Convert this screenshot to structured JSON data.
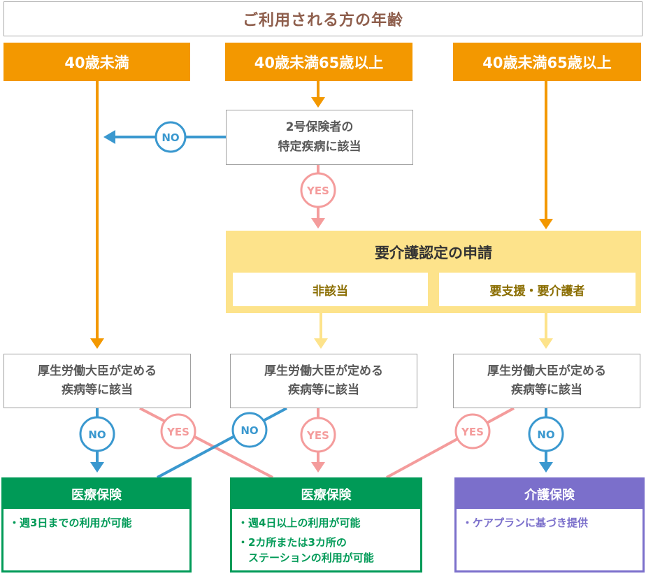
{
  "header": {
    "title": "ご利用される方の年齢"
  },
  "ages": [
    {
      "label": "40歳未満"
    },
    {
      "label": "40歳未満65歳以上"
    },
    {
      "label": "40歳未満65歳以上"
    }
  ],
  "check": {
    "line1": "2号保険者の",
    "line2": "特定疾病に該当"
  },
  "apply": {
    "title": "要介護認定の申請",
    "not_applicable": "非該当",
    "support": "要支援・要介護者"
  },
  "disease": {
    "line1": "厚生労働大臣が定める",
    "line2": "疾病等に該当"
  },
  "badges": {
    "no": "NO",
    "yes": "YES"
  },
  "outcomes": [
    {
      "title": "医療保険",
      "items": [
        "・週3日までの利用が可能"
      ]
    },
    {
      "title": "医療保険",
      "items": [
        "・週4日以上の利用が可能",
        "・2カ所または3カ所の",
        "　ステーションの利用が可能"
      ]
    },
    {
      "title": "介護保険",
      "items": [
        "・ケアプランに基づき提供"
      ]
    }
  ],
  "colors": {
    "orange": "#f39800",
    "blue": "#3a98cf",
    "pink": "#f49c9c",
    "yellow": "#fde38b",
    "green": "#009a57",
    "purple": "#7b6fcb",
    "header_text": "#8e5e4c"
  }
}
